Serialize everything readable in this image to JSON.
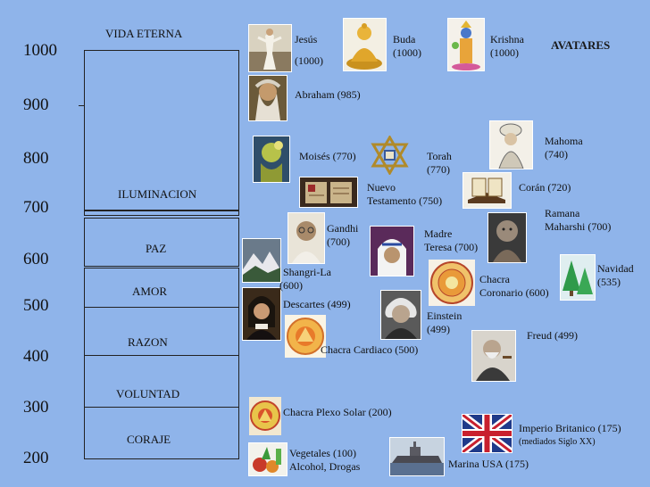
{
  "title": "AVATARES",
  "scale": [
    "1000",
    "900",
    "800",
    "700",
    "600",
    "500",
    "400",
    "300",
    "200"
  ],
  "levels": {
    "vida_eterna": "VIDA ETERNA",
    "iluminacion": "ILUMINACION",
    "paz": "PAZ",
    "amor": "AMOR",
    "razon": "RAZON",
    "voluntad": "VOLUNTAD",
    "coraje": "CORAJE"
  },
  "items": {
    "jesus": [
      "Jesús",
      "(1000)"
    ],
    "buda": [
      "Buda",
      "(1000)"
    ],
    "krishna": [
      "Krishna",
      "(1000)"
    ],
    "abraham": [
      "Abraham (985)"
    ],
    "moises": [
      "Moisés (770)"
    ],
    "torah": [
      "Torah",
      "(770)"
    ],
    "mahoma": [
      "Mahoma",
      "(740)"
    ],
    "nuevo": [
      "Nuevo",
      "Testamento (750)"
    ],
    "coran": [
      "Corán (720)"
    ],
    "ramana": [
      "Ramana",
      "Maharshi (700)"
    ],
    "gandhi": [
      "Gandhi",
      "(700)"
    ],
    "teresa": [
      "Madre",
      "Teresa (700)"
    ],
    "navidad": [
      "Navidad",
      "(535)"
    ],
    "shangri": [
      "Shangri-La",
      "(600)"
    ],
    "chacra_cor": [
      "Chacra",
      "Coronario (600)"
    ],
    "descartes": [
      "Descartes (499)"
    ],
    "einstein": [
      "Einstein",
      "(499)"
    ],
    "freud": [
      "Freud (499)"
    ],
    "chacra_card": [
      "Chacra Cardiaco (500)"
    ],
    "plexo": [
      "Chacra Plexo Solar (200)"
    ],
    "imperio": [
      "Imperio Britanico (175)",
      "(mediados Siglo XX)"
    ],
    "vegetales": [
      "Vegetales (100)",
      "Alcohol, Drogas"
    ],
    "marina": [
      "Marina USA (175)"
    ]
  }
}
